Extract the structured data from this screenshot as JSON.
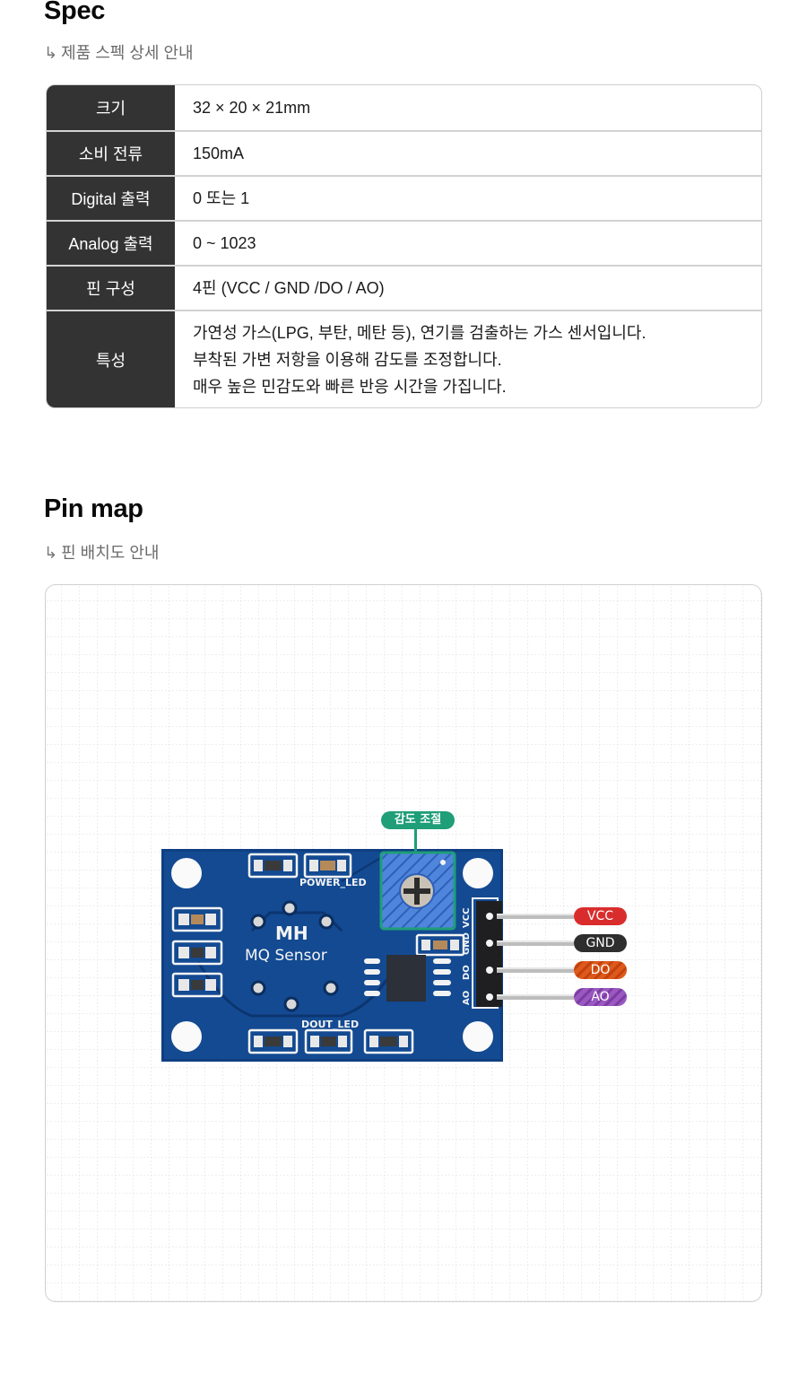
{
  "spec": {
    "title": "Spec",
    "subtitle_arrow": "↳",
    "subtitle": "제품 스펙 상세 안내",
    "rows": [
      {
        "key": "크기",
        "value": [
          "32 × 20 × 21mm"
        ]
      },
      {
        "key": "소비 전류",
        "value": [
          "150mA"
        ]
      },
      {
        "key": "Digital 출력",
        "value": [
          "0 또는 1"
        ]
      },
      {
        "key": "Analog 출력",
        "value": [
          "0 ~ 1023"
        ]
      },
      {
        "key": "핀 구성",
        "value": [
          "4핀 (VCC / GND /DO / AO)"
        ]
      },
      {
        "key": "특성",
        "value": [
          "가연성 가스(LPG, 부탄, 메탄 등), 연기를 검출하는 가스 센서입니다.",
          "부착된 가변 저항을 이용해 감도를 조정합니다.",
          "매우 높은 민감도와 빠른 반응 시간을 가집니다."
        ]
      }
    ]
  },
  "pinmap": {
    "title": "Pin map",
    "subtitle_arrow": "↳",
    "subtitle": "핀 배치도 안내",
    "board": {
      "silkscreen_brand": "MH",
      "silkscreen_model": "MQ Sensor",
      "power_led_label": "POWER_LED",
      "dout_led_label": "DOUT_LED",
      "header_labels": [
        "VCC",
        "GND",
        "DO",
        "AO"
      ]
    },
    "callouts": {
      "sensitivity": "감도 조절"
    },
    "pins": [
      {
        "label": "VCC",
        "color": "#d92d2d"
      },
      {
        "label": "GND",
        "color": "#2e2e2e"
      },
      {
        "label": "DO",
        "color": "#de5a1c"
      },
      {
        "label": "AO",
        "color": "#9a58c0"
      }
    ],
    "colors": {
      "board": "#0f3f82",
      "callout": "#1f9e78",
      "potentiometer": "#4a7ed6"
    }
  }
}
